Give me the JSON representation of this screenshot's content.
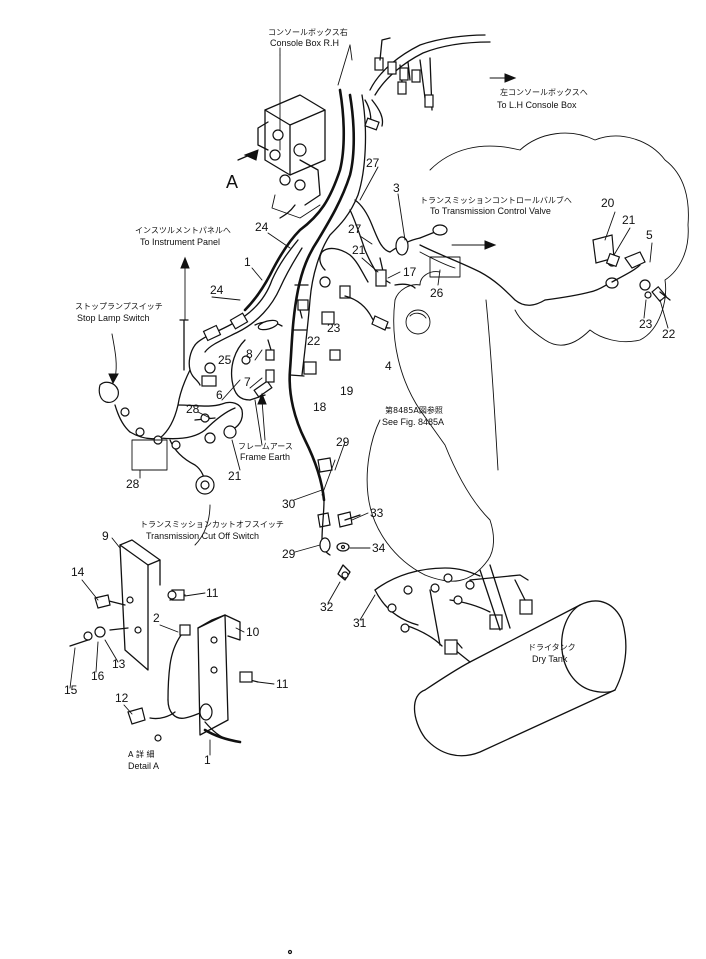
{
  "callouts": {
    "console_rh_jp": "コンソールボックス右",
    "console_rh_en": "Console Box R.H",
    "console_lh_jp": "左コンソールボックスへ",
    "console_lh_en": "To L.H Console Box",
    "instrument_jp": "インスツルメントパネルへ",
    "instrument_en": "To Instrument Panel",
    "transctl_jp": "トランスミッションコントロールバルブへ",
    "transctl_en": "To Transmission Control Valve",
    "stoplamp_jp": "ストップランプスイッチ",
    "stoplamp_en": "Stop Lamp Switch",
    "frame_jp": "フレームアース",
    "frame_en": "Frame Earth",
    "seefig_jp": "第8485A図参照",
    "seefig_en": "See Fig. 8485A",
    "cutoff_jp": "トランスミッションカットオフスイッチ",
    "cutoff_en": "Transmission Cut Off Switch",
    "drytank_jp": "ドライタンク",
    "drytank_en": "Dry Tank",
    "detail_jp": "A 詳 細",
    "detail_en": "Detail A",
    "view_letter": "A"
  },
  "part_numbers": {
    "p1": "1",
    "p2": "2",
    "p3": "3",
    "p4": "4",
    "p5": "5",
    "p6": "6",
    "p7": "7",
    "p8": "8",
    "p9": "9",
    "p10": "10",
    "p11": "11",
    "p12": "12",
    "p13": "13",
    "p14": "14",
    "p15": "15",
    "p16": "16",
    "p17": "17",
    "p18": "18",
    "p19": "19",
    "p20": "20",
    "p21": "21",
    "p22": "22",
    "p23": "23",
    "p24": "24",
    "p25": "25",
    "p26": "26",
    "p27": "27",
    "p28": "28",
    "p29": "29",
    "p30": "30",
    "p31": "31",
    "p32": "32",
    "p33": "33",
    "p34": "34"
  }
}
